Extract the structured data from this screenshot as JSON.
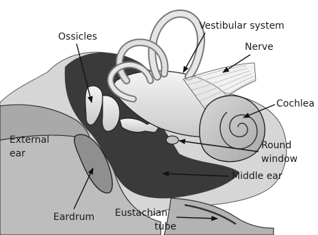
{
  "labels": {
    "ossicles": "Ossicles",
    "vestibular_system": "Vestibular system",
    "nerve": "Nerve",
    "cochlea": "Cochlea",
    "external_ear_line1": "External",
    "external_ear_line2": "ear",
    "round_window_line1": "Round",
    "round_window_line2": "window",
    "middle_ear": "Middle ear",
    "eardrum": "Eardrum",
    "eustachian_tube_line1": "Eustachian",
    "eustachian_tube_line2": "tube"
  },
  "colors": {
    "background": "#ffffff",
    "cavity_dark": "#3a3a3a",
    "bone_light": "#e9e9e9",
    "tissue_mid": "#bdbdbd",
    "outline": "#222222"
  }
}
